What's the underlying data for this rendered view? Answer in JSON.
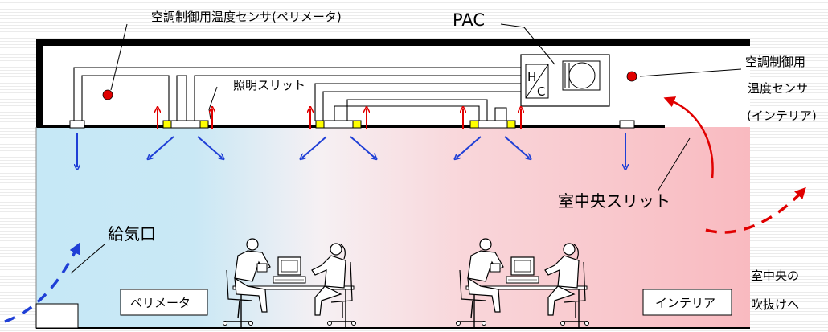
{
  "labels": {
    "perimeter_sensor": "空調制御用温度センサ(ペリメータ)",
    "pac": "PAC",
    "hc": "H/C",
    "interior_sensor_line1": "空調制御用",
    "interior_sensor_line2": "温度センサ",
    "interior_sensor_line3": "(インテリア)",
    "lighting_slit": "照明スリット",
    "center_slit": "室中央スリット",
    "supply_inlet": "給気口",
    "perimeter_zone": "ペリメータ",
    "interior_zone": "インテリア",
    "atrium_line1": "室中央の",
    "atrium_line2": "吹抜けへ"
  },
  "colors": {
    "perimeter_air": "#c6e8f6",
    "interior_air": "#f9bcc1",
    "sensor": "#e00000",
    "supply_arrow": "#1f3fd6",
    "return_arrow": "#e00000",
    "slit": "#ffff00"
  },
  "icons": [
    "sensor-dot",
    "pac-unit",
    "fan-icon",
    "office-worker"
  ]
}
